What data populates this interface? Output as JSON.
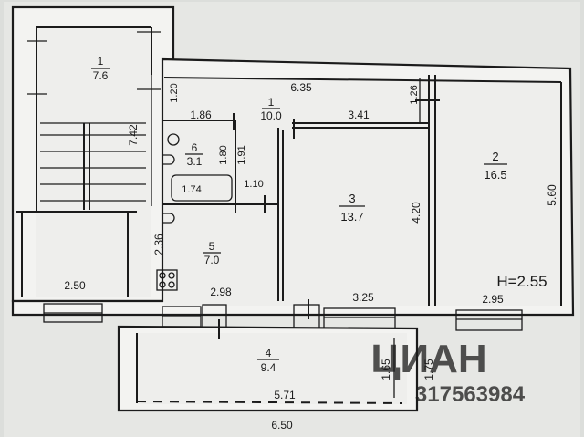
{
  "rooms": [
    {
      "number": "1",
      "area": "7.6"
    },
    {
      "number": "1",
      "area": "10.0"
    },
    {
      "number": "2",
      "area": "16.5"
    },
    {
      "number": "3",
      "area": "13.7"
    },
    {
      "number": "4",
      "area": "9.4"
    },
    {
      "number": "5",
      "area": "7.0"
    },
    {
      "number": "6",
      "area": "3.1"
    }
  ],
  "dimensions": {
    "d635": "6.35",
    "d120": "1.20",
    "d126": "1.26",
    "d186": "1.86",
    "d341": "3.41",
    "d742": "7.42",
    "d180": "1.80",
    "d191": "1.91",
    "d174": "1.74",
    "d110": "1.10",
    "d420": "4.20",
    "d560": "5.60",
    "d236": "2.36",
    "d250": "2.50",
    "d298": "2.98",
    "d325": "3.25",
    "d295": "2.95",
    "d165": "1.65",
    "d175": "1.75",
    "d571": "5.71",
    "d650": "6.50"
  },
  "height_label": "H=2.55",
  "watermark": {
    "brand": "ЦИАН",
    "id": "317563984"
  }
}
